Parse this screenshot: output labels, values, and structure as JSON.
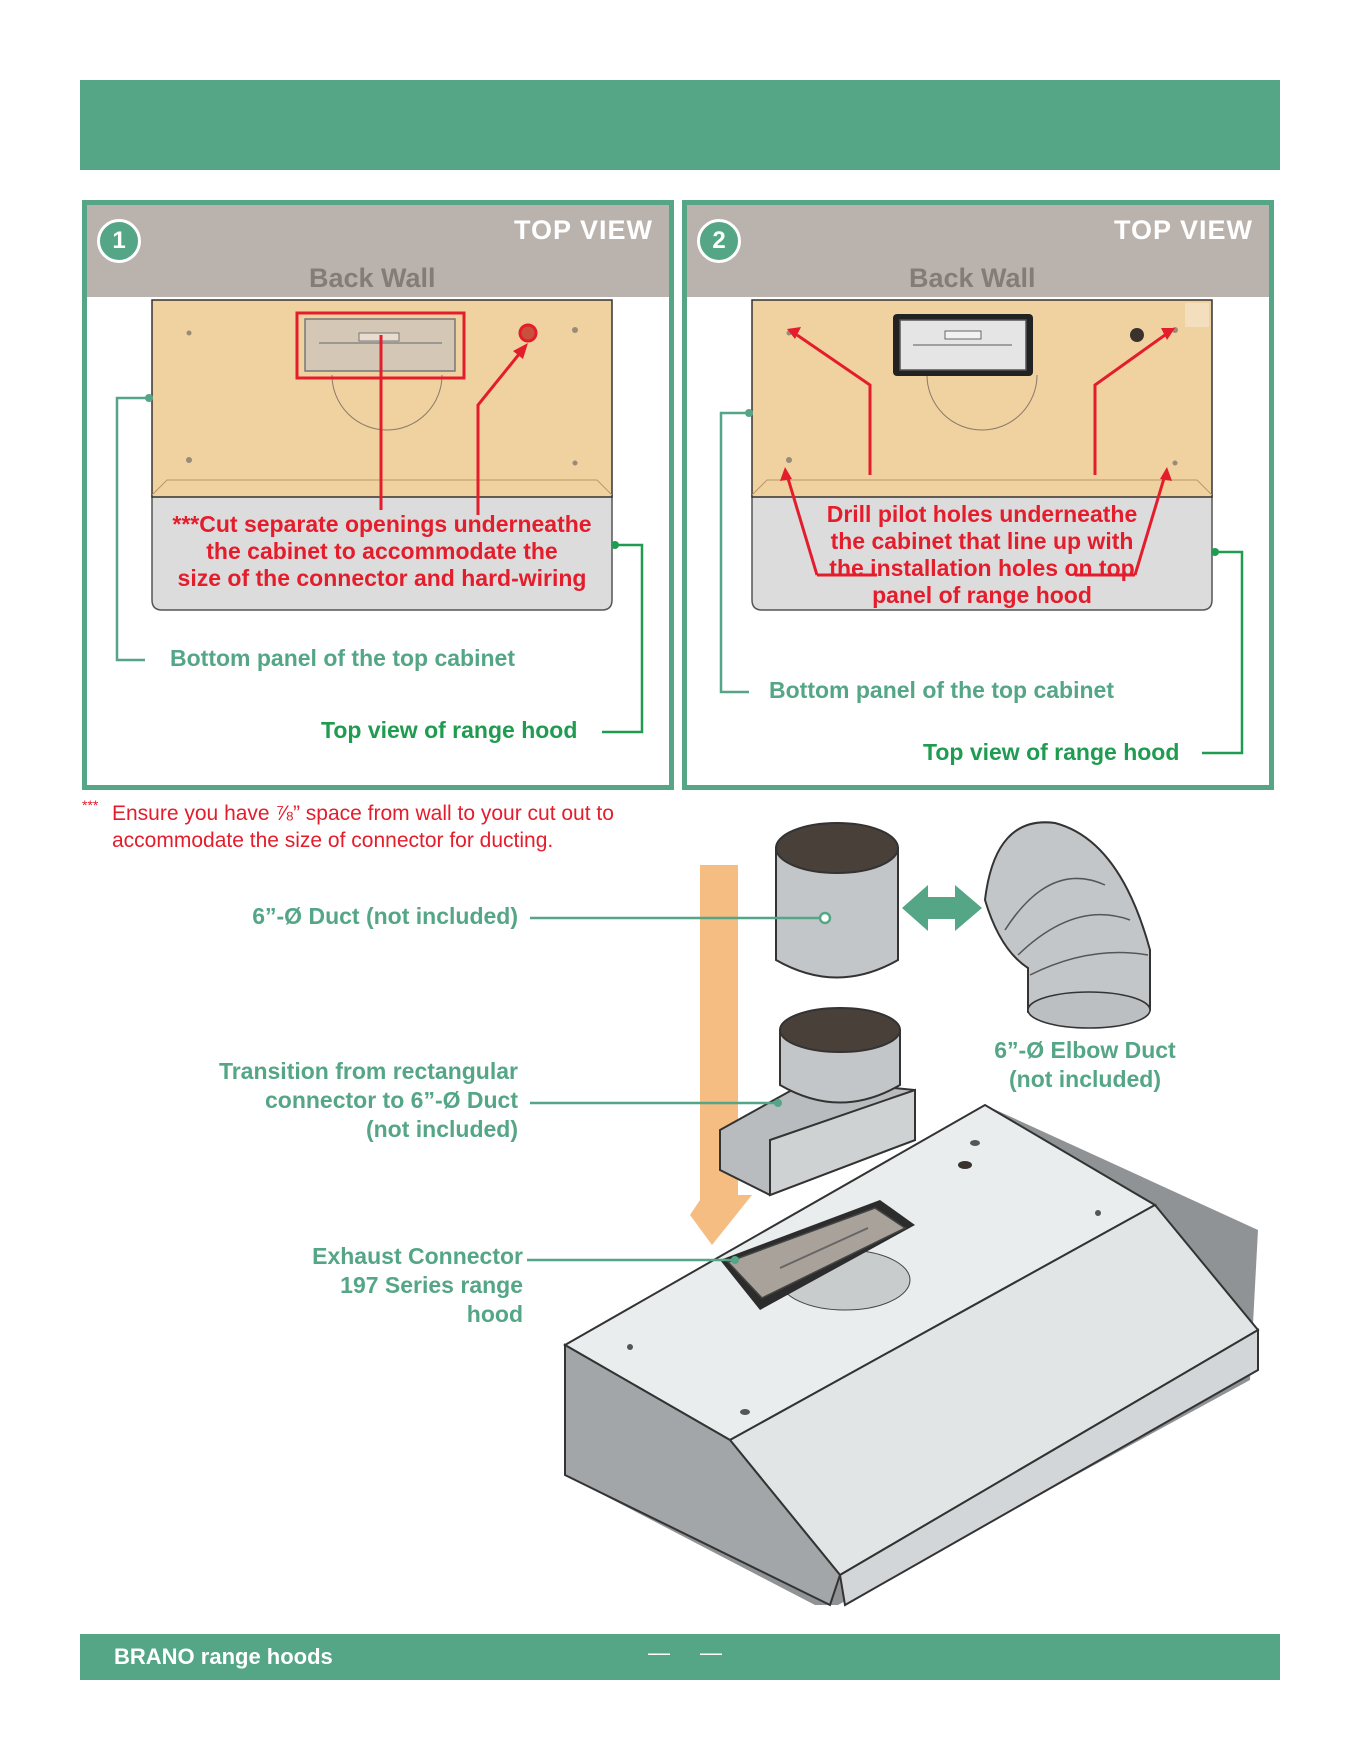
{
  "panel1": {
    "step": "1",
    "top_view": "TOP VIEW",
    "back_wall": "Back Wall",
    "note_lines": [
      "***Cut separate openings underneathe",
      "the cabinet to accommodate the",
      "size of the connector and hard-wiring"
    ],
    "label_bottom_panel": "Bottom panel of the top cabinet",
    "label_range_hood": "Top view of range hood"
  },
  "panel2": {
    "step": "2",
    "top_view": "TOP VIEW",
    "back_wall": "Back Wall",
    "note_lines": [
      "Drill pilot holes underneathe",
      "the cabinet that line up with",
      "the installation holes on top",
      "panel of range hood"
    ],
    "label_bottom_panel": "Bottom panel of the top cabinet",
    "label_range_hood": "Top view of range hood"
  },
  "ensure_note": {
    "marker": "***",
    "line1": "Ensure you have ⅞” space from wall to your cut out to",
    "line2": "accommodate the size of connector for ducting."
  },
  "labels": {
    "duct": "6”-Ø Duct (not included)",
    "transition_lines": [
      "Transition from rectangular",
      "connector to 6”-Ø Duct",
      "(not included)"
    ],
    "elbow_lines": [
      "6”-Ø Elbow Duct",
      "(not included)"
    ],
    "exhaust_lines": [
      "Exhaust Connector",
      "197 Series range",
      "hood"
    ]
  },
  "footer": {
    "brand": "BRANO range hoods",
    "dash1": "—",
    "dash2": "—"
  },
  "colors": {
    "brand_green": "#54a687",
    "label_green": "#1f9c50",
    "note_red": "#e41d2c",
    "cabinet_wood": "#f0d2a0",
    "wall_gray": "#bab3ad"
  }
}
